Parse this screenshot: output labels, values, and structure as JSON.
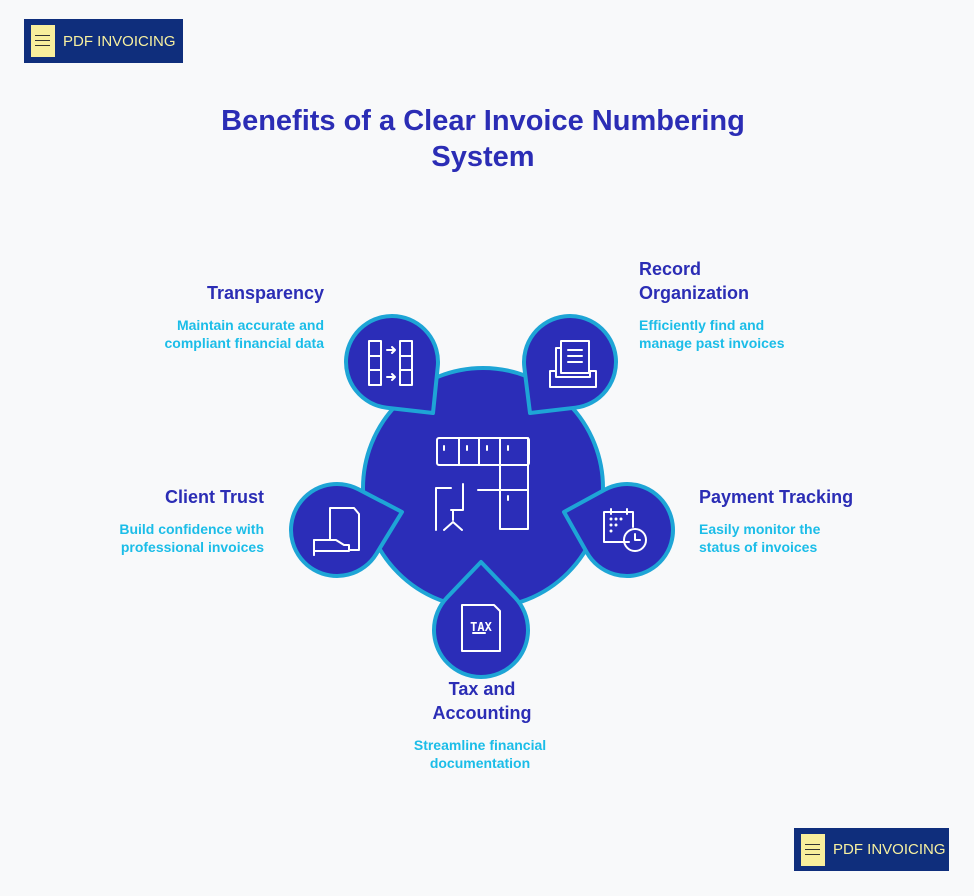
{
  "logo": {
    "text": "PDF INVOICING"
  },
  "title": "Benefits of a Clear Invoice Numbering System",
  "colors": {
    "fill": "#2b2db8",
    "stroke": "#1ea5d6",
    "heading": "#2b2db5",
    "description": "#1bbde8",
    "logo_bg": "#0f2e7c"
  },
  "center": {
    "icon": "office-layout-icon"
  },
  "benefits": [
    {
      "title": "Transparency",
      "description": "Maintain accurate and compliant financial data",
      "icon": "data-transfer-icon"
    },
    {
      "title": "Record Organization",
      "description": "Efficiently find and manage past invoices",
      "icon": "document-tray-icon"
    },
    {
      "title": "Client Trust",
      "description": "Build confidence with professional invoices",
      "icon": "hand-document-icon"
    },
    {
      "title": "Payment Tracking",
      "description": "Easily monitor the status of invoices",
      "icon": "calendar-clock-icon"
    },
    {
      "title": "Tax and Accounting",
      "description": "Streamline financial documentation",
      "icon": "tax-document-icon"
    }
  ]
}
